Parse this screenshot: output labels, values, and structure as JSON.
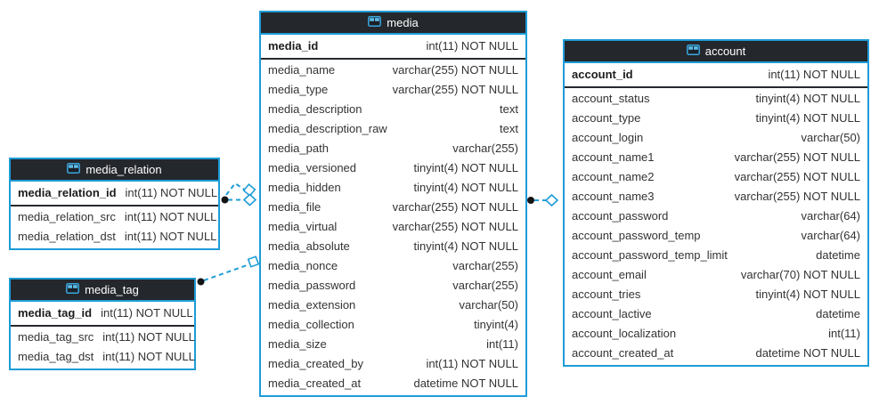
{
  "colors": {
    "accent_blue": "#1e9cd7",
    "header_background": "#24272c",
    "text": "#333333",
    "pk_divider": "#26292e",
    "canvas_background": "#ffffff",
    "endpoint_dot": "#141414"
  },
  "tables": {
    "media": {
      "title": "media",
      "primary_key": {
        "name": "media_id",
        "type": "int(11) NOT NULL"
      },
      "columns": [
        {
          "name": "media_name",
          "type": "varchar(255) NOT NULL"
        },
        {
          "name": "media_type",
          "type": "varchar(255) NOT NULL"
        },
        {
          "name": "media_description",
          "type": "text"
        },
        {
          "name": "media_description_raw",
          "type": "text"
        },
        {
          "name": "media_path",
          "type": "varchar(255)"
        },
        {
          "name": "media_versioned",
          "type": "tinyint(4) NOT NULL"
        },
        {
          "name": "media_hidden",
          "type": "tinyint(4) NOT NULL"
        },
        {
          "name": "media_file",
          "type": "varchar(255) NOT NULL"
        },
        {
          "name": "media_virtual",
          "type": "varchar(255) NOT NULL"
        },
        {
          "name": "media_absolute",
          "type": "tinyint(4) NOT NULL"
        },
        {
          "name": "media_nonce",
          "type": "varchar(255)"
        },
        {
          "name": "media_password",
          "type": "varchar(255)"
        },
        {
          "name": "media_extension",
          "type": "varchar(50)"
        },
        {
          "name": "media_collection",
          "type": "tinyint(4)"
        },
        {
          "name": "media_size",
          "type": "int(11)"
        },
        {
          "name": "media_created_by",
          "type": "int(11) NOT NULL"
        },
        {
          "name": "media_created_at",
          "type": "datetime NOT NULL"
        }
      ]
    },
    "media_relation": {
      "title": "media_relation",
      "primary_key": {
        "name": "media_relation_id",
        "type": "int(11) NOT NULL"
      },
      "columns": [
        {
          "name": "media_relation_src",
          "type": "int(11) NOT NULL"
        },
        {
          "name": "media_relation_dst",
          "type": "int(11) NOT NULL"
        }
      ]
    },
    "media_tag": {
      "title": "media_tag",
      "primary_key": {
        "name": "media_tag_id",
        "type": "int(11) NOT NULL"
      },
      "columns": [
        {
          "name": "media_tag_src",
          "type": "int(11) NOT NULL"
        },
        {
          "name": "media_tag_dst",
          "type": "int(11) NOT NULL"
        }
      ]
    },
    "account": {
      "title": "account",
      "primary_key": {
        "name": "account_id",
        "type": "int(11) NOT NULL"
      },
      "columns": [
        {
          "name": "account_status",
          "type": "tinyint(4) NOT NULL"
        },
        {
          "name": "account_type",
          "type": "tinyint(4) NOT NULL"
        },
        {
          "name": "account_login",
          "type": "varchar(50)"
        },
        {
          "name": "account_name1",
          "type": "varchar(255) NOT NULL"
        },
        {
          "name": "account_name2",
          "type": "varchar(255) NOT NULL"
        },
        {
          "name": "account_name3",
          "type": "varchar(255) NOT NULL"
        },
        {
          "name": "account_password",
          "type": "varchar(64)"
        },
        {
          "name": "account_password_temp",
          "type": "varchar(64)"
        },
        {
          "name": "account_password_temp_limit",
          "type": "datetime"
        },
        {
          "name": "account_email",
          "type": "varchar(70) NOT NULL"
        },
        {
          "name": "account_tries",
          "type": "tinyint(4) NOT NULL"
        },
        {
          "name": "account_lactive",
          "type": "datetime"
        },
        {
          "name": "account_localization",
          "type": "int(11)"
        },
        {
          "name": "account_created_at",
          "type": "datetime NOT NULL"
        }
      ]
    }
  },
  "relationships": [
    {
      "from_table": "media_relation",
      "to_table": "media",
      "line_style": "dashed",
      "from_marker": "dot",
      "to_marker": "open-diamond"
    },
    {
      "from_table": "media_relation",
      "to_table": "media",
      "line_style": "dashed",
      "from_marker": "dot",
      "to_marker": "open-diamond"
    },
    {
      "from_table": "media_tag",
      "to_table": "media",
      "line_style": "dashed",
      "from_marker": "dot",
      "to_marker": "open-diamond"
    },
    {
      "from_table": "media",
      "to_table": "account",
      "line_style": "dashed",
      "from_marker": "dot",
      "to_marker": "open-diamond"
    }
  ]
}
